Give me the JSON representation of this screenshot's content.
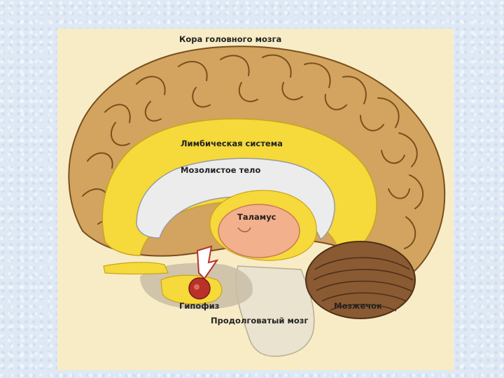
{
  "labels": {
    "cortex": "Кора головного мозга",
    "limbic": "Лимбическая система",
    "corpus_callosum": "Мозолистое тело",
    "thalamus": "Таламус",
    "pituitary": "Гипофиз",
    "cerebellum": "Мозжечок",
    "medulla": "Продолговатый мозг"
  },
  "colors": {
    "background": "#dfe9f5",
    "panel": "#f8ecc6",
    "cortex": "#d2a45f",
    "cortex_outline": "#7a4f1e",
    "limbic": "#f6d93a",
    "corpus_callosum": "#ececec",
    "thalamus": "#f3b08c",
    "pituitary": "#b8322a",
    "cerebellum": "#8a5a32",
    "brainstem": "#e9e3cf"
  }
}
